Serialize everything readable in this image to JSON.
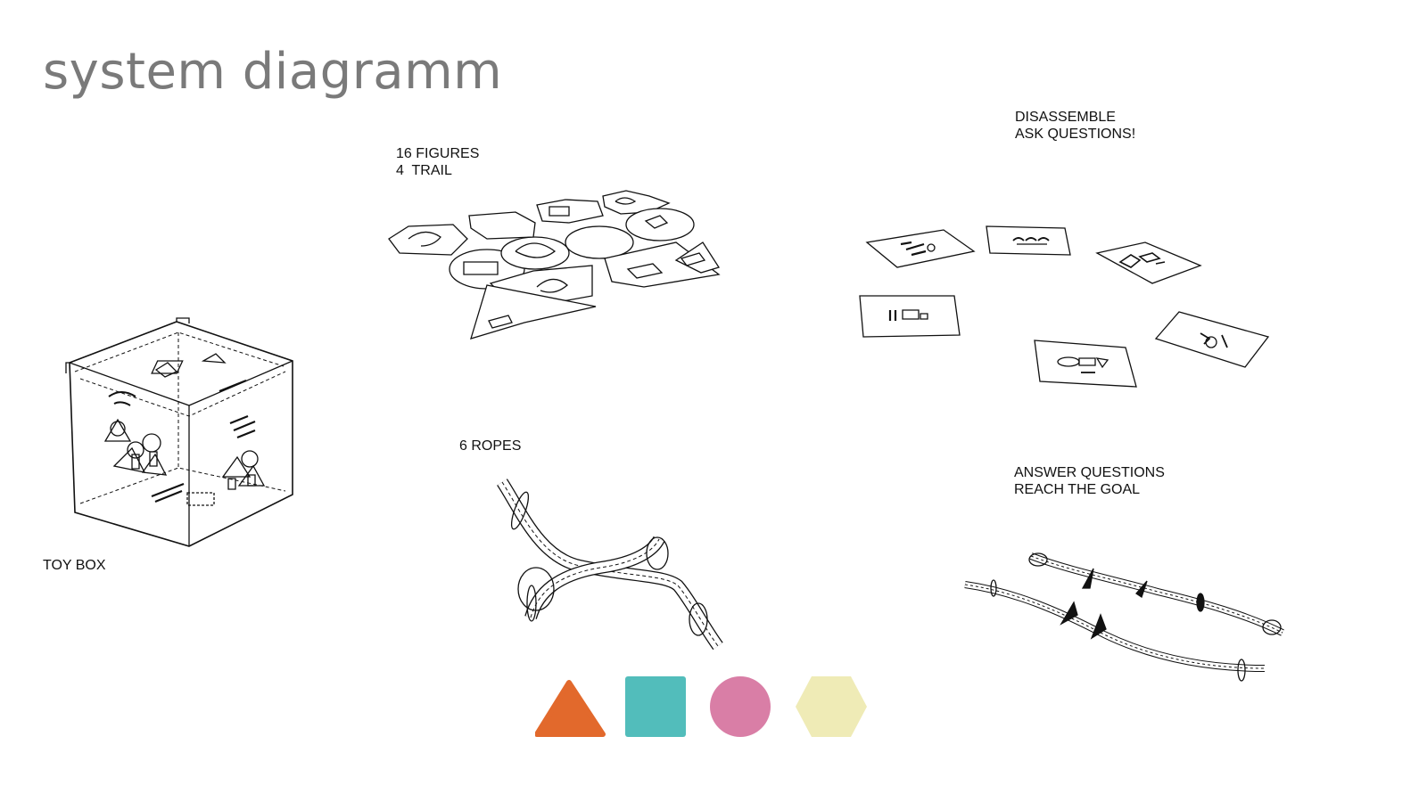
{
  "title": "system diagramm",
  "labels": {
    "figures": [
      "16 FIGURES",
      "4  TRAIL"
    ],
    "disassemble": [
      "DISASSEMBLE",
      "ASK QUESTIONS!"
    ],
    "toy_box": "TOY BOX",
    "ropes": "6 ROPES",
    "answer": [
      "ANSWER QUESTIONS",
      "REACH THE GOAL"
    ]
  },
  "icons": [
    "cube-box-icon",
    "puzzle-figures-icon",
    "question-cards-icon",
    "rope-icon",
    "trail-ropes-icon"
  ],
  "shape_colors": {
    "triangle": "#e2692c",
    "square": "#52bdbb",
    "circle": "#d97ea6",
    "hexagon": "#efebb6"
  }
}
